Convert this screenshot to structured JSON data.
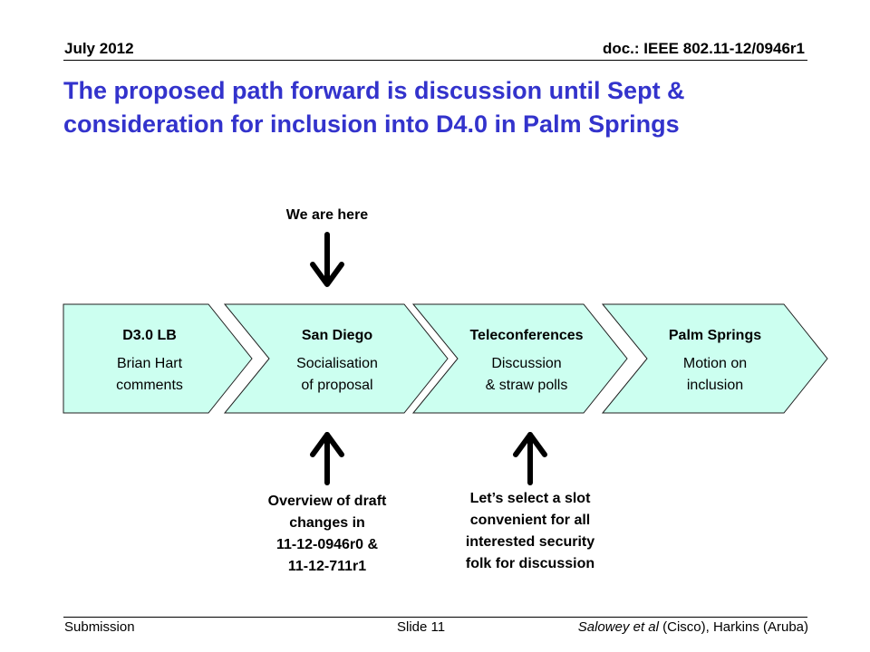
{
  "header": {
    "date": "July 2012",
    "doc_id": "doc.: IEEE 802.11-12/0946r1"
  },
  "title": "The proposed path forward is discussion until Sept & consideration for inclusion into D4.0 in Palm Springs",
  "stages": [
    {
      "heading": "D3.0 LB",
      "lines": [
        "Brian Hart",
        "comments"
      ]
    },
    {
      "heading": "San Diego",
      "lines": [
        "Socialisation",
        "of proposal"
      ]
    },
    {
      "heading": "Teleconferences",
      "lines": [
        "Discussion",
        "& straw polls"
      ]
    },
    {
      "heading": "Palm Springs",
      "lines": [
        "Motion on",
        "inclusion"
      ]
    }
  ],
  "annotations": {
    "we_are_here": "We are here",
    "overview": [
      "Overview of draft",
      "changes in",
      "11-12-0946r0 &",
      "11-12-711r1"
    ],
    "select_slot": [
      "Let’s select a slot",
      "convenient for all",
      "interested security",
      "folk for discussion"
    ]
  },
  "colors": {
    "stage_fill": "#ccfff0",
    "stage_stroke": "#1f1f1f",
    "title": "#3333cc"
  },
  "footer": {
    "left": "Submission",
    "middle": "Slide 11",
    "right_italic": "Salowey et al",
    "right_rest": " (Cisco), Harkins (Aruba)"
  }
}
